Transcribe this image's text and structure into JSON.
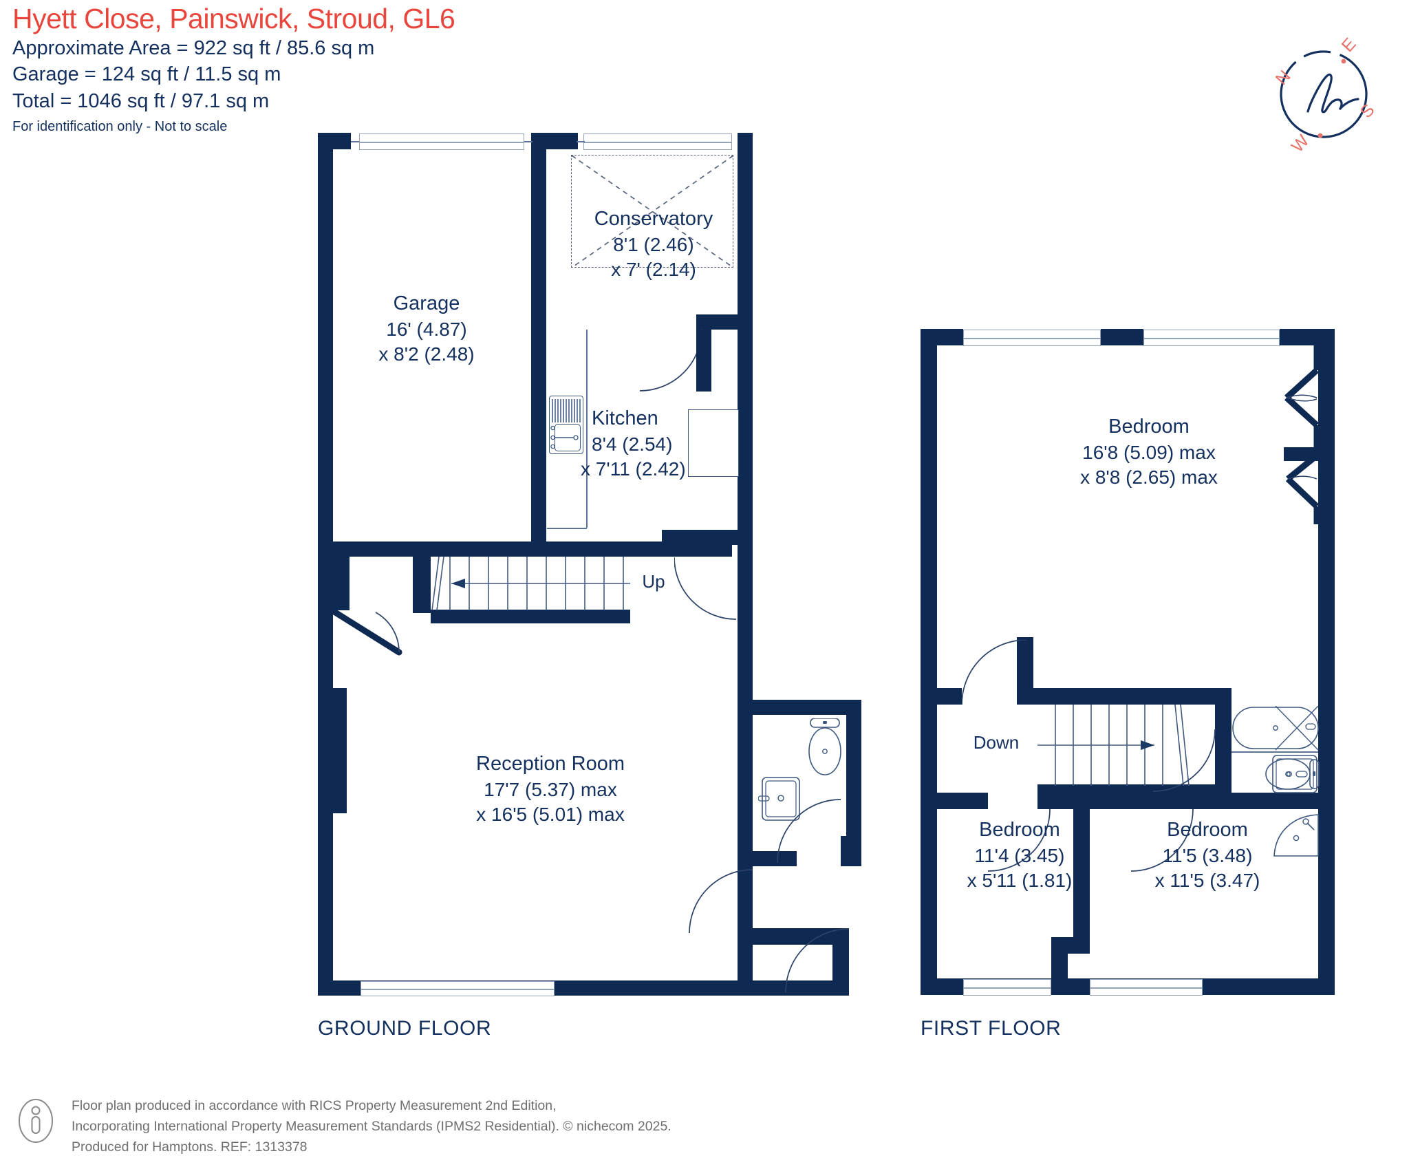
{
  "header": {
    "address": "Hyett Close, Painswick, Stroud, GL6",
    "approx_area": "Approximate Area = 922 sq ft / 85.6 sq m",
    "garage_area": "Garage = 124 sq ft / 11.5 sq m",
    "total_area": "Total = 1046 sq ft / 97.1 sq m",
    "disclaimer": "For identification only - Not to scale"
  },
  "compass": {
    "north": "N",
    "east": "E",
    "south": "S",
    "west": "W",
    "logo": "h"
  },
  "floors": [
    {
      "caption": "GROUND FLOOR"
    },
    {
      "caption": "FIRST FLOOR"
    }
  ],
  "ground_floor": {
    "caption": "GROUND FLOOR",
    "rooms": [
      {
        "name": "Garage",
        "d1": "16' (4.87)",
        "d2": "x 8'2 (2.48)"
      },
      {
        "name": "Conservatory",
        "d1": "8'1 (2.46)",
        "d2": "x 7' (2.14)"
      },
      {
        "name": "Kitchen",
        "d1": "8'4 (2.54)",
        "d2": "x 7'11 (2.42)"
      },
      {
        "name": "Reception Room",
        "d1": "17'7 (5.37)  max",
        "d2": "x 16'5 (5.01) max"
      }
    ],
    "stair_label": "Up"
  },
  "first_floor": {
    "caption": "FIRST FLOOR",
    "rooms": [
      {
        "name": "Bedroom",
        "d1": "16'8 (5.09) max",
        "d2": "x 8'8 (2.65) max"
      },
      {
        "name": "Bedroom",
        "d1": "11'4 (3.45)",
        "d2": "x 5'11 (1.81)"
      },
      {
        "name": "Bedroom",
        "d1": "11'5 (3.48)",
        "d2": "x 11'5 (3.47)"
      }
    ],
    "stair_label": "Down"
  },
  "footer": {
    "line1": "Floor plan produced in accordance with RICS Property Measurement 2nd Edition,",
    "line2": "Incorporating International Property Measurement Standards (IPMS2 Residential).   © nichecom 2025.",
    "line3": "Produced for Hamptons.   REF: 1313378"
  },
  "colors": {
    "wall": "#0e2a52",
    "text": "#14305e",
    "accent": "#e8453c",
    "fixture": "#3c5780",
    "footer_text": "#6f6f6f"
  }
}
